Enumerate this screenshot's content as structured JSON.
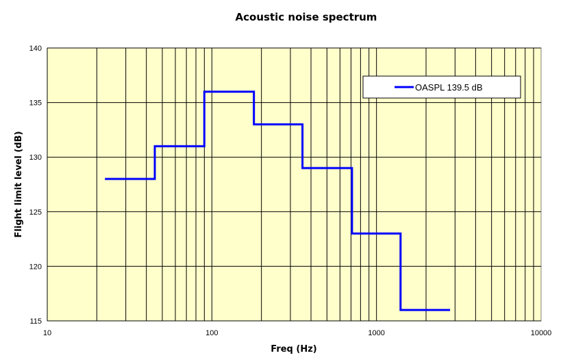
{
  "chart_data": {
    "type": "line",
    "title": "Acoustic noise spectrum",
    "xlabel": "Freq (Hz)",
    "ylabel": "Flight limit level (dB)",
    "x_scale": "log",
    "xlim": [
      10,
      10000
    ],
    "ylim": [
      115,
      140
    ],
    "x_ticks": [
      "10",
      "100",
      "1000",
      "10000"
    ],
    "y_ticks": [
      "115",
      "120",
      "125",
      "130",
      "135",
      "140"
    ],
    "grid": true,
    "plot_background": "#ffffcc",
    "legend_position": "top-right",
    "series": [
      {
        "name": "OASPL 139.5 dB",
        "color": "#0000ff",
        "step": true,
        "x": [
          22.4,
          45,
          90,
          180,
          355,
          710,
          1400,
          2800
        ],
        "y": [
          128,
          131,
          136,
          133,
          129,
          123,
          116,
          116
        ]
      }
    ]
  }
}
